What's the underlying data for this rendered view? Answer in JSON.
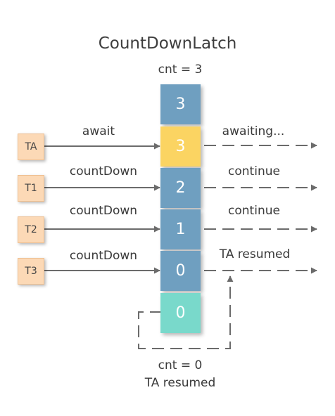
{
  "title": "CountDownLatch",
  "initial_count": "cnt = 3",
  "latch_cells": [
    {
      "value": "3",
      "color": "#6f9fc0"
    },
    {
      "value": "3",
      "color": "#fbd462"
    },
    {
      "value": "2",
      "color": "#6f9fc0"
    },
    {
      "value": "1",
      "color": "#6f9fc0"
    },
    {
      "value": "0",
      "color": "#6f9fc0"
    },
    {
      "value": "0",
      "color": "#79d9cb"
    }
  ],
  "threads": [
    {
      "name": "TA",
      "action": "await",
      "result": "awaiting..."
    },
    {
      "name": "T1",
      "action": "countDown",
      "result": "continue"
    },
    {
      "name": "T2",
      "action": "countDown",
      "result": "continue"
    },
    {
      "name": "T3",
      "action": "countDown",
      "result": "TA resumed"
    }
  ],
  "footer": {
    "count": "cnt = 0",
    "status": "TA resumed"
  },
  "colors": {
    "line": "#6b6b6b",
    "thread_fill": "#fcd9b6",
    "thread_border": "#eebf91"
  }
}
